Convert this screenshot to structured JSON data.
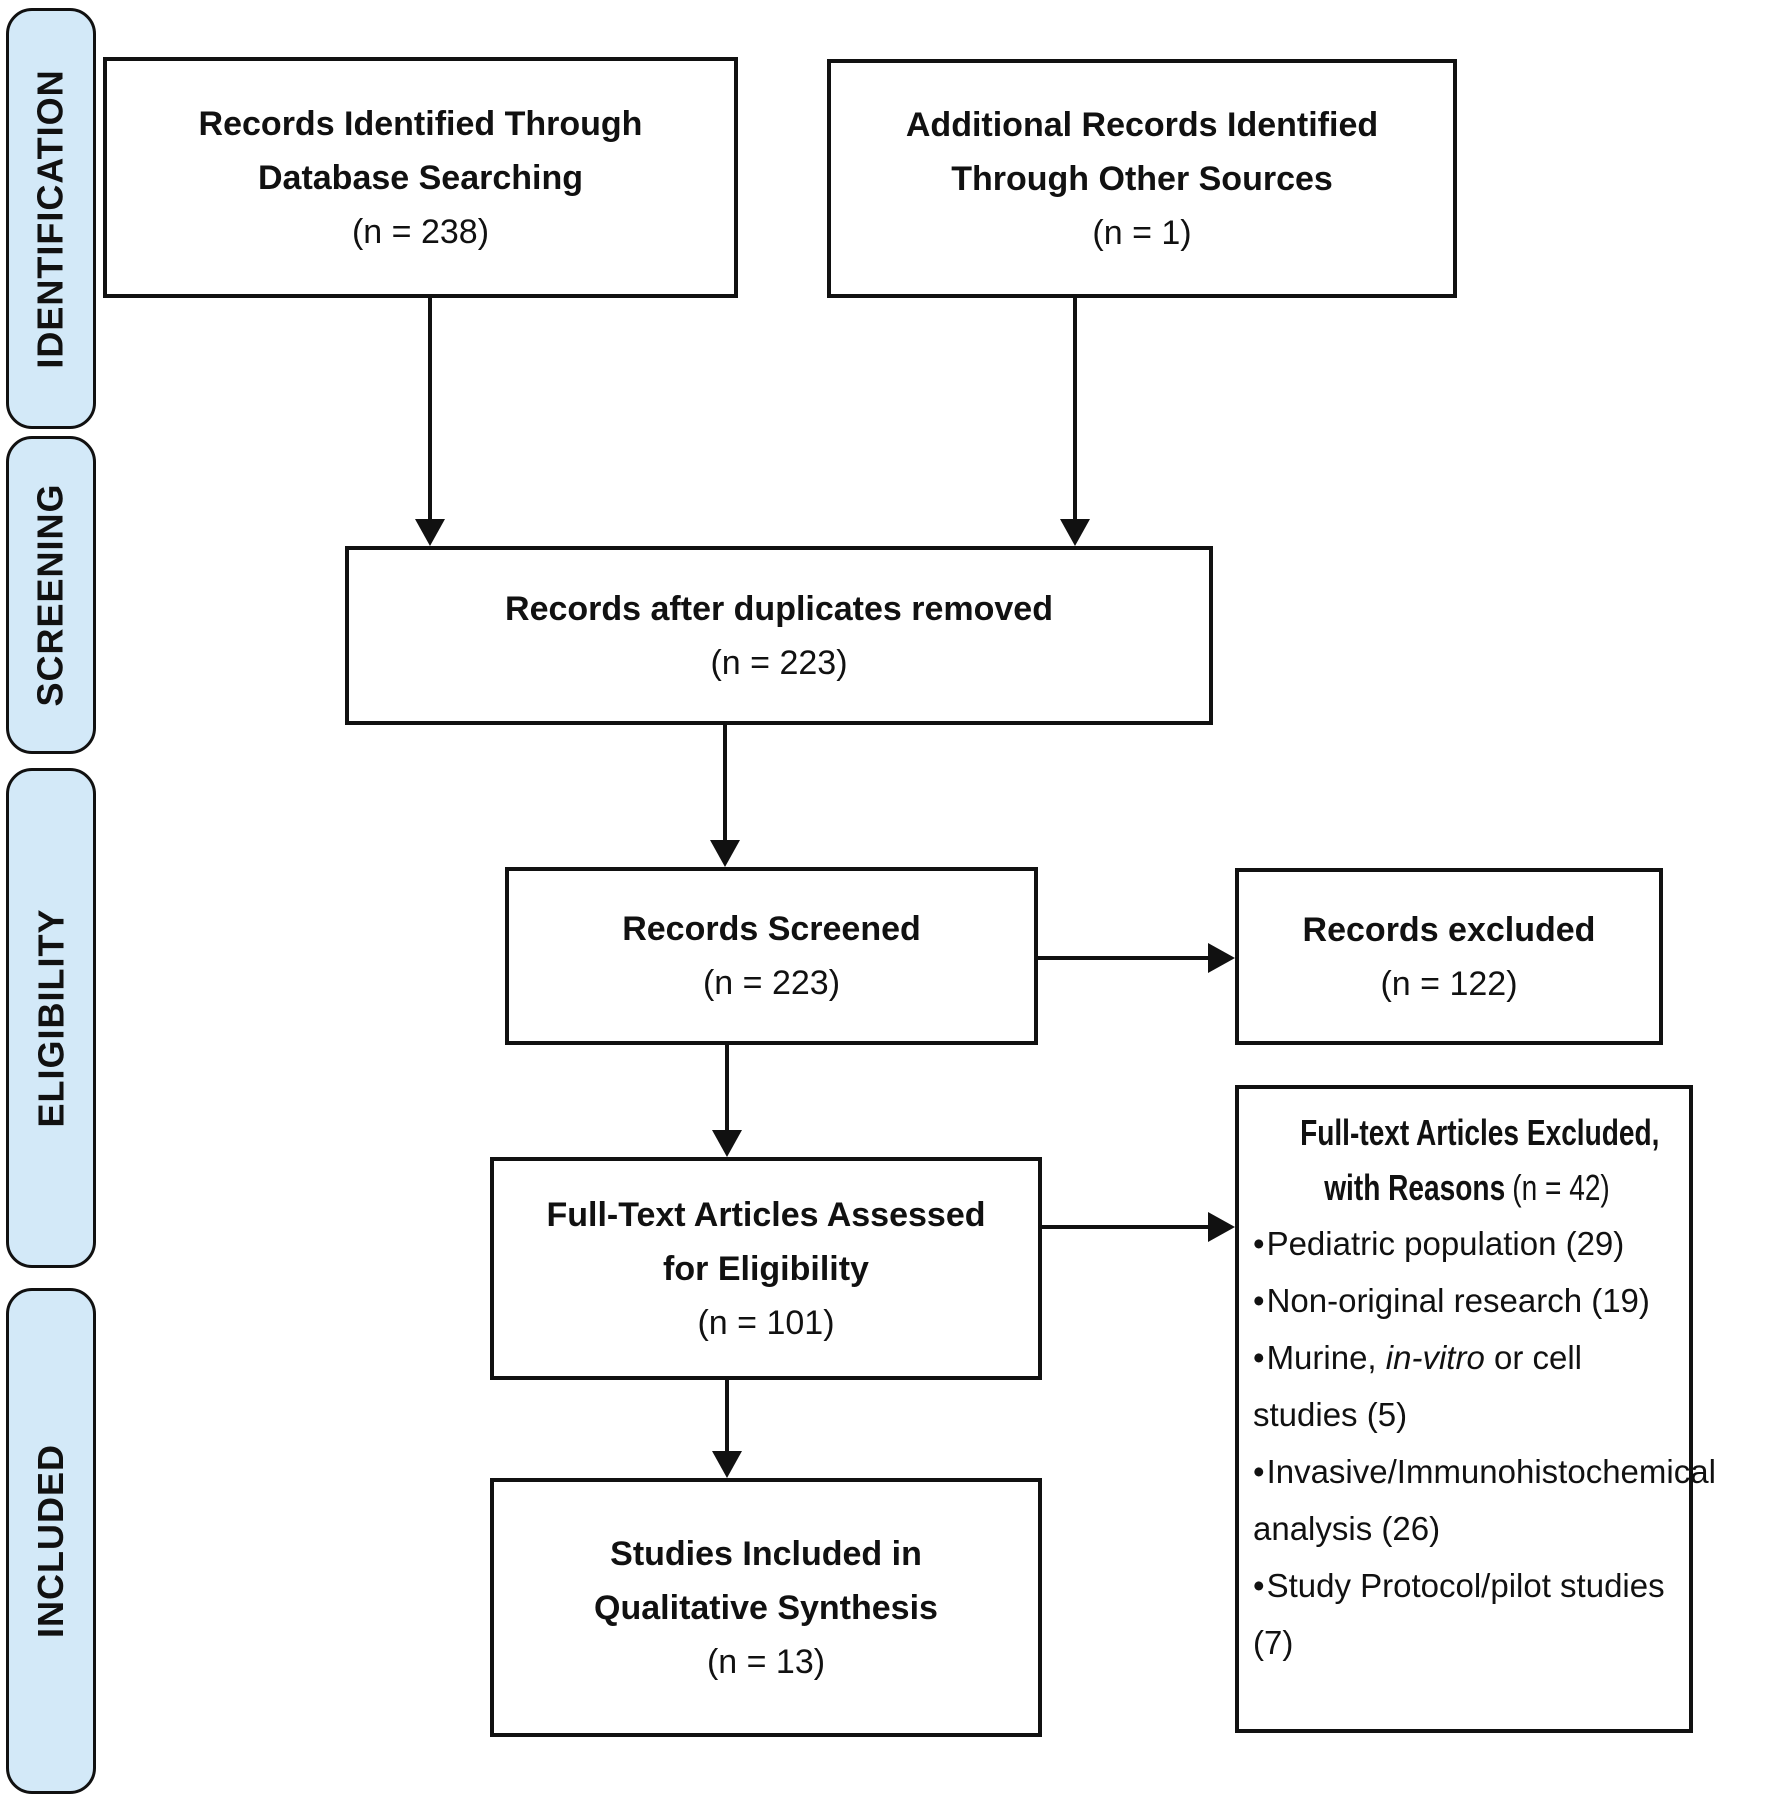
{
  "sidebar": {
    "labels": [
      "IDENTIFICATION",
      "SCREENING",
      "ELIGIBILITY",
      "INCLUDED"
    ]
  },
  "boxes": {
    "database_search": {
      "title_line1": "Records Identified Through",
      "title_line2": "Database Searching",
      "count": "(n = 238)"
    },
    "other_sources": {
      "title_line1": "Additional Records Identified",
      "title_line2": "Through Other Sources",
      "count": "(n = 1)"
    },
    "after_duplicates": {
      "title_line1": "Records after duplicates removed",
      "count": "(n = 223)"
    },
    "records_screened": {
      "title_line1": "Records Screened",
      "count": "(n = 223)"
    },
    "records_excluded": {
      "title_line1": "Records excluded",
      "count": "(n = 122)"
    },
    "fulltext_assessed": {
      "title_line1": "Full-Text Articles Assessed",
      "title_line2": "for Eligibility",
      "count": "(n = 101)"
    },
    "included_studies": {
      "title_line1": "Studies Included in",
      "title_line2": "Qualitative Synthesis",
      "count": "(n = 13)"
    },
    "fulltext_excluded": {
      "heading_line1": "Full-text Articles Excluded,",
      "heading_line2_bold": "with Reasons",
      "heading_line2_count": "(n = 42)",
      "bullet_char": "•",
      "reasons": [
        {
          "text": "Pediatric population (29)"
        },
        {
          "text": "Non-original research (19)"
        },
        {
          "pre": "Murine, ",
          "italic": "in-vitro",
          "post": " or cell studies (5)"
        },
        {
          "text": "Invasive/Immunohistochemical analysis (26)"
        },
        {
          "text": "Study Protocol/pilot studies (7)"
        }
      ]
    }
  },
  "colors": {
    "stage_fill": "#d3e9f8",
    "line": "#111111"
  }
}
